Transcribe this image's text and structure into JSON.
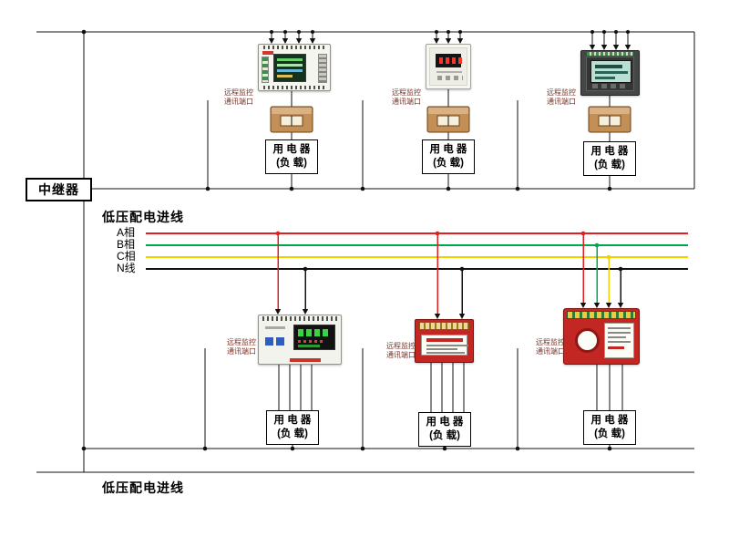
{
  "diagram": {
    "repeater_label": "中继器",
    "feeder_top_label": "低压配电进线",
    "feeder_bottom_label": "低压配电进线",
    "port_label": {
      "line1": "远程监控",
      "line2": "通讯端口"
    },
    "load_label": {
      "line1": "用 电 器",
      "line2": "(负 载)"
    },
    "phases": [
      {
        "label": "A相",
        "color": "#e02020"
      },
      {
        "label": "B相",
        "color": "#00a550"
      },
      {
        "label": "C相",
        "color": "#f5d000"
      },
      {
        "label": "N线",
        "color": "#111111"
      }
    ],
    "wire_color": "#111111",
    "ct_color": "#c38f57",
    "device_body_red": "#c32723",
    "devices": [
      {
        "position": "top-1",
        "type": "multi-circuit-power-monitor"
      },
      {
        "position": "top-2",
        "type": "led-panel-meter"
      },
      {
        "position": "top-3",
        "type": "lcd-panel-meter"
      },
      {
        "position": "bottom-1",
        "type": "din-rail-power-meter"
      },
      {
        "position": "bottom-2",
        "type": "terminal-block-transducer"
      },
      {
        "position": "bottom-3",
        "type": "split-core-ct-monitor"
      }
    ]
  }
}
